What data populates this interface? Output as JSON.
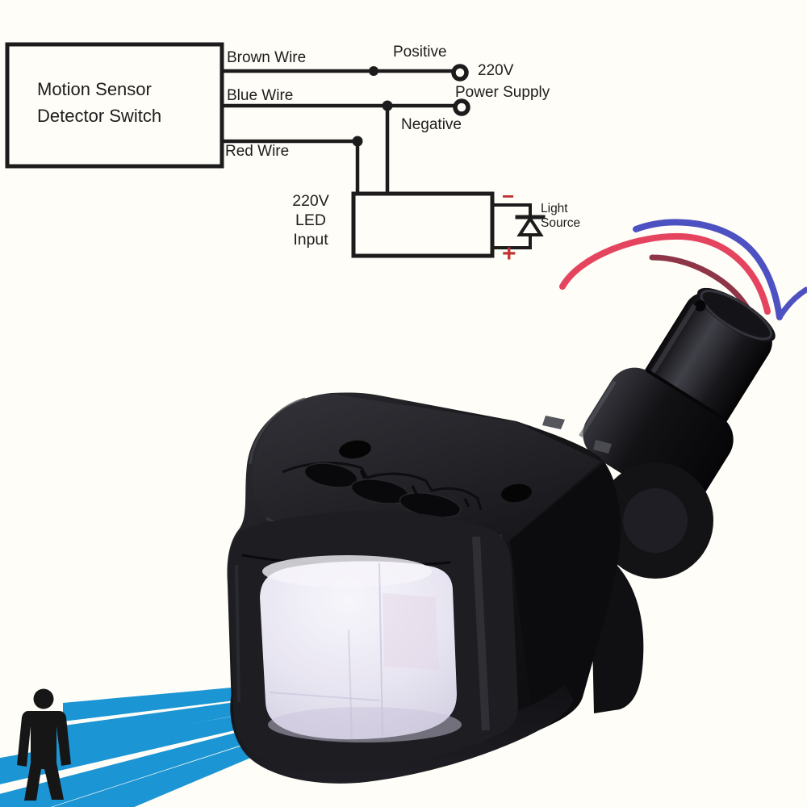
{
  "diagram": {
    "device_box": {
      "line1": "Motion Sensor",
      "line2": "Detector Switch"
    },
    "wires": {
      "brown": "Brown Wire",
      "blue": "Blue Wire",
      "red": "Red Wire"
    },
    "supply": {
      "positive_label": "Positive",
      "voltage": "220V",
      "name": "Power Supply",
      "negative_label": "Negative"
    },
    "led_driver": {
      "line1": "220V",
      "line2": "LED",
      "line3": "Input"
    },
    "light_source": {
      "line1": "Light",
      "line2": "Source"
    },
    "polarity": {
      "minus": "−",
      "plus": "+"
    },
    "colors": {
      "line": "#1c1c1c",
      "polarity": "#c03333"
    }
  },
  "photo": {
    "subject": "black PIR motion sensor with swivel mount and lead wires",
    "colors": {
      "body": "#1a1a1e",
      "lens": "#e9e6f3",
      "wire_red": "#e5445f",
      "wire_blue": "#4d51c1",
      "wire_dark_red": "#8e3547",
      "beam": "#1b95d4",
      "person": "#161616"
    }
  }
}
